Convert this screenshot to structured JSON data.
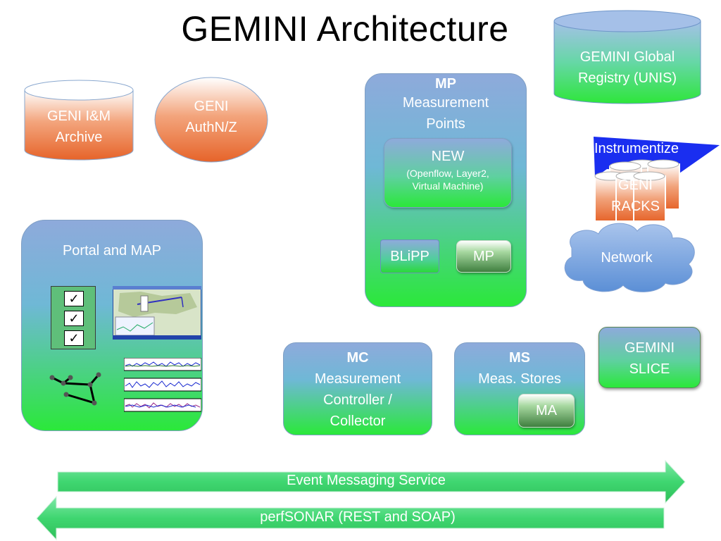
{
  "title": "GEMINI Architecture",
  "archive": {
    "line1": "GENI I&M",
    "line2": "Archive"
  },
  "authnz": {
    "line1": "GENI",
    "line2": "AuthN/Z"
  },
  "registry": {
    "line1": "GEMINI Global",
    "line2": "Registry (UNIS)"
  },
  "mp_box": {
    "heading": "MP",
    "line1": "Measurement",
    "line2": "Points",
    "new_title": "NEW",
    "new_sub1": "(Openflow, Layer2,",
    "new_sub2": "Virtual Machine)",
    "blipp": "BLiPP",
    "mp": "MP"
  },
  "instrumentize": "Instrumentize",
  "racks": {
    "line1": "GENI",
    "line2": "RACKS"
  },
  "network": "Network",
  "portal": {
    "title": "Portal and MAP"
  },
  "mc_box": {
    "heading": "MC",
    "line1": "Measurement",
    "line2": "Controller /",
    "line3": "Collector"
  },
  "ms_box": {
    "heading": "MS",
    "line1": "Meas. Stores",
    "ma": "MA"
  },
  "slice": {
    "line1": "GEMINI",
    "line2": "SLICE"
  },
  "event_arrow": "Event Messaging Service",
  "perfsonar_arrow": "perfSONAR (REST and SOAP)",
  "colors": {
    "orange": "#e8692e",
    "green": "#2ee63a",
    "blue": "#8eaadb",
    "arrow_green": "#3cd96a"
  }
}
